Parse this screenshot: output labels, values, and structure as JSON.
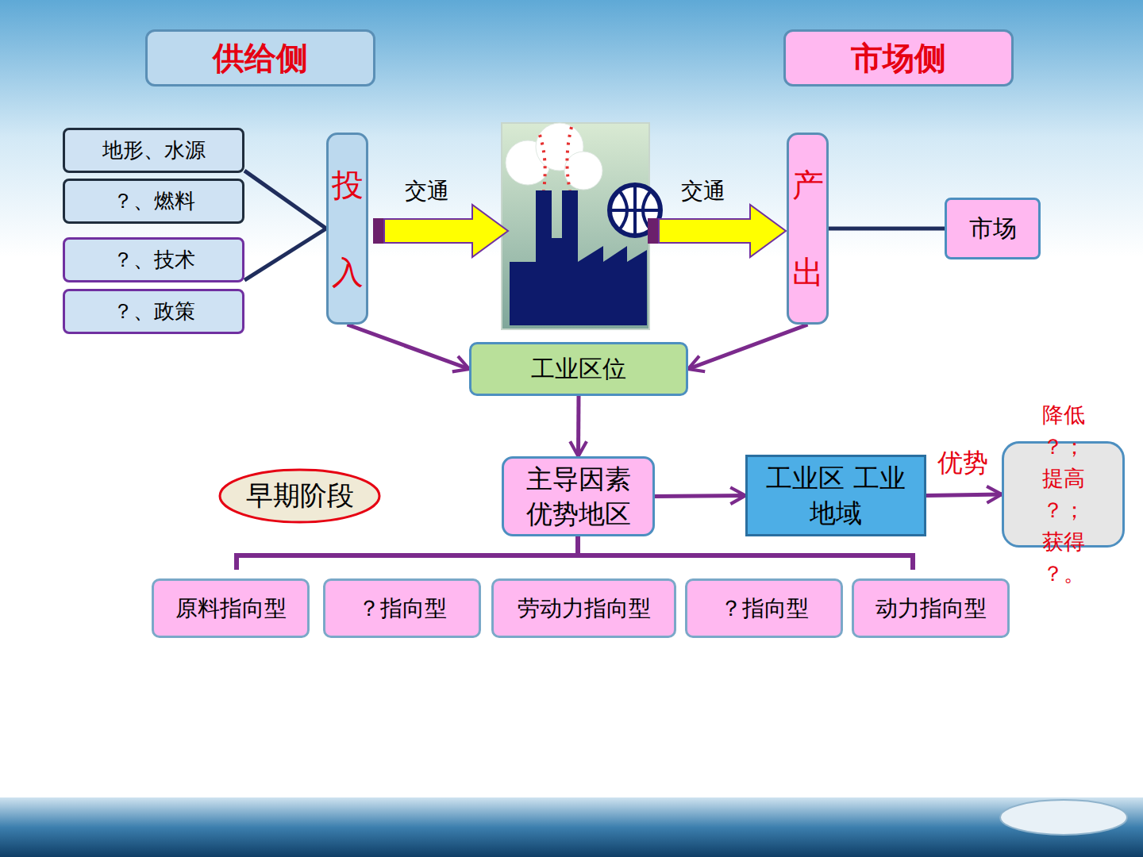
{
  "diagram": {
    "nodes": [
      {
        "text": [
          "供给侧"
        ]
      },
      {
        "text": [
          "市场侧"
        ]
      },
      {
        "text": [
          "地形、水源"
        ]
      },
      {
        "text": [
          "？、燃料"
        ]
      },
      {
        "text": [
          "？、技术"
        ]
      },
      {
        "text": [
          "？、政策"
        ]
      },
      {
        "text": [
          "投 入"
        ]
      },
      {
        "text": [
          "产 出"
        ]
      },
      {
        "text": [
          "市场"
        ]
      },
      {
        "text": [
          "工业区位"
        ]
      },
      {
        "text": [
          "早期阶段"
        ]
      },
      {
        "text": [
          "主导因素 优势地区"
        ]
      },
      {
        "text": [
          "工业区 工业地域"
        ]
      },
      {
        "text": [
          "降低 ？； 提高 ？； 获得 ？。"
        ]
      },
      {
        "text": [
          "原料指向型"
        ]
      },
      {
        "text": [
          "？指向型"
        ]
      },
      {
        "text": [
          "劳动力指向型"
        ]
      },
      {
        "text": [
          "？指向型"
        ]
      },
      {
        "text": [
          "动力指向型"
        ]
      }
    ],
    "edges": [
      {
        "from": 2,
        "to": 6,
        "arrow": "none"
      },
      {
        "from": 4,
        "to": 6,
        "arrow": "none"
      },
      {
        "from": 6,
        "to": 9,
        "arrow": "to"
      },
      {
        "from": 7,
        "to": 9,
        "arrow": "to"
      },
      {
        "from": 7,
        "to": 8,
        "arrow": "none"
      },
      {
        "from": 9,
        "to": 11,
        "arrow": "to"
      },
      {
        "from": 11,
        "to": 12,
        "arrow": "to"
      },
      {
        "from": 12,
        "to": 13,
        "label": "优势",
        "arrow": "to"
      }
    ],
    "labels": [
      "交通",
      "交通"
    ]
  }
}
